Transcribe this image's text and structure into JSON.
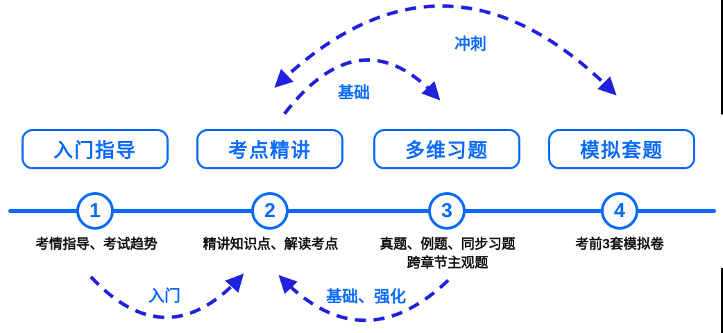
{
  "colors": {
    "primary_blue": "#0B6BFB",
    "arc_blue": "#2121DC",
    "text_dark": "#101010",
    "edge_black": "#000000"
  },
  "stages": [
    {
      "box_label": "入门指导",
      "number": "1",
      "description": "考情指导、考试趋势",
      "description_line2": ""
    },
    {
      "box_label": "考点精讲",
      "number": "2",
      "description": "精讲知识点、解读考点",
      "description_line2": ""
    },
    {
      "box_label": "多维习题",
      "number": "3",
      "description": "真题、例题、同步习题",
      "description_line2": "跨章节主观题"
    },
    {
      "box_label": "模拟套题",
      "number": "4",
      "description": "考前3套模拟卷",
      "description_line2": ""
    }
  ],
  "arcs": {
    "sprint": {
      "label": "冲刺"
    },
    "foundation_top": {
      "label": "基础"
    },
    "intro": {
      "label": "入门"
    },
    "foundation_strengthen": {
      "label": "基础、强化"
    }
  }
}
